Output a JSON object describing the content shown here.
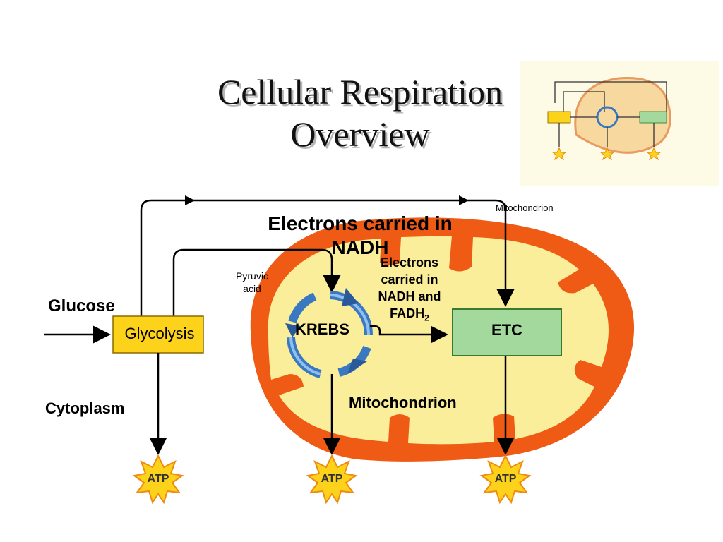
{
  "title": {
    "line1": "Cellular Respiration",
    "line2": "Overview"
  },
  "labels": {
    "glucose": "Glucose",
    "glycolysis": "Glycolysis",
    "cytoplasm": "Cytoplasm",
    "pyruvic_line1": "Pyruvic",
    "pyruvic_line2": "acid",
    "krebs": "KREBS",
    "etc": "ETC",
    "electrons_nadh_line1": "Electrons carried in",
    "electrons_nadh_line2": "NADH",
    "electrons_fadh_line1": "Electrons",
    "electrons_fadh_line2": "carried in",
    "electrons_fadh_line3": "NADH and",
    "electrons_fadh_line4": "FADH",
    "electrons_fadh_sub": "2",
    "mitochondrion": "Mitochondrion",
    "mitochondrion_small": "Mitochondrion",
    "atp": "ATP"
  },
  "colors": {
    "outer_membrane": "#ef5a14",
    "inner_fill": "#fbee9a",
    "glycolysis_box": "#fcd21a",
    "etc_box": "#a3d99c",
    "krebs_cycle": "#3a78c2",
    "atp_star": "#fcd21a"
  }
}
